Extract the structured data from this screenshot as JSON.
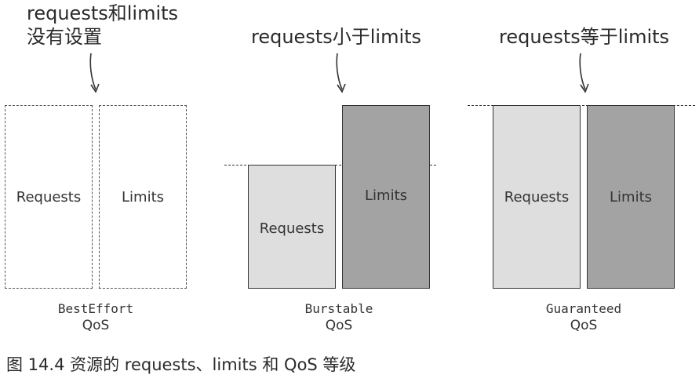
{
  "annotations": {
    "best_effort_note_line1": "requests和limits",
    "best_effort_note_line2": "没有设置",
    "burstable_note": "requests小于limits",
    "guaranteed_note": "requests等于limits"
  },
  "boxes": {
    "best_effort_requests": "Requests",
    "best_effort_limits": "Limits",
    "burstable_requests": "Requests",
    "burstable_limits": "Limits",
    "guaranteed_requests": "Requests",
    "guaranteed_limits": "Limits"
  },
  "qos_classes": [
    {
      "name": "BestEffort",
      "sub": "QoS"
    },
    {
      "name": "Burstable",
      "sub": "QoS"
    },
    {
      "name": "Guaranteed",
      "sub": "QoS"
    }
  ],
  "caption": "图 14.4   资源的 requests、limits 和 QoS 等级",
  "colors": {
    "requests_fill": "#dedede",
    "limits_fill": "#a3a3a3",
    "outline": "#333333"
  }
}
